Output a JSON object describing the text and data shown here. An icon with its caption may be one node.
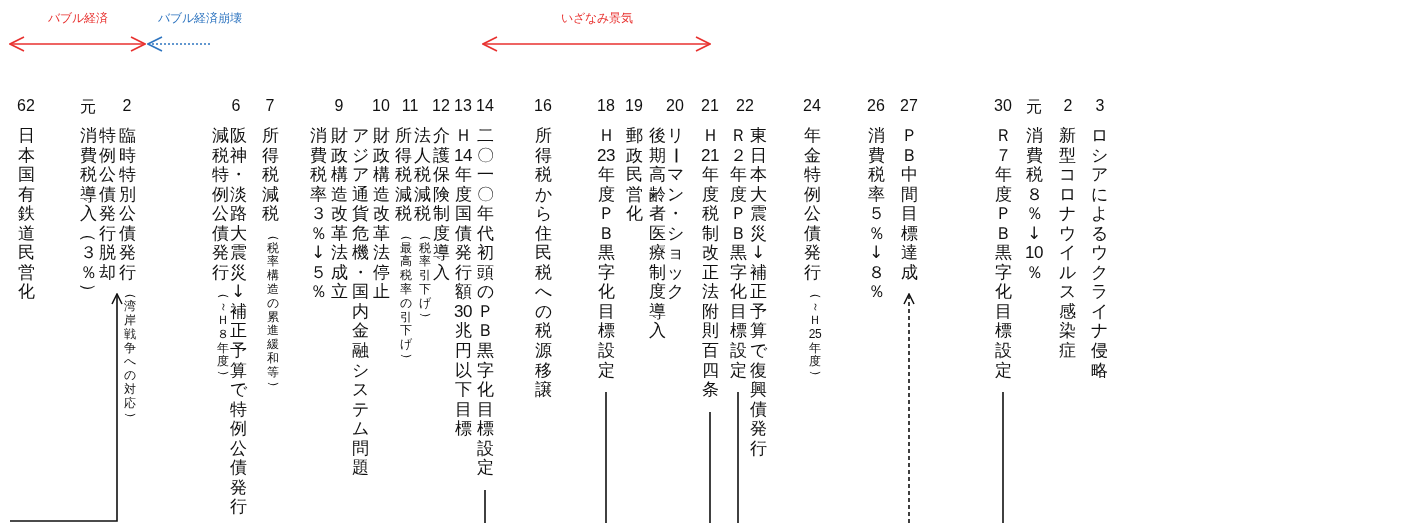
{
  "diagram": {
    "nodes": [
      {
        "text": [
          "日本国有鉄道民営化"
        ],
        "beside": [
          "62"
        ]
      },
      {
        "text": [
          "消費税導入（３％）"
        ],
        "beside": [
          "元"
        ]
      },
      {
        "text": [
          "特例公債発行脱却"
        ]
      },
      {
        "text": [
          "臨時特別公債発行",
          "（湾岸戦争への対応）"
        ],
        "beside": [
          "2"
        ]
      },
      {
        "text": [
          "減税特例公債発行",
          "（～Ｈ８年度）"
        ]
      },
      {
        "text": [
          "阪神・淡路大震災↓補正予算で特例公債発行"
        ],
        "beside": [
          "6"
        ]
      },
      {
        "text": [
          "所得税減税",
          "（税率構造の累進緩和等）"
        ],
        "beside": [
          "7"
        ]
      },
      {
        "text": [
          "消費税率３％↓５％"
        ]
      },
      {
        "text": [
          "財政構造改革法成立"
        ],
        "beside": [
          "9"
        ]
      },
      {
        "text": [
          "アジア通貨危機・国内金融システム問題"
        ]
      },
      {
        "text": [
          "財政構造改革法停止"
        ],
        "beside": [
          "10"
        ]
      },
      {
        "text": [
          "所得税減税",
          "（最高税率の引下げ）"
        ],
        "beside": [
          "11"
        ]
      },
      {
        "text": [
          "法人税減税",
          "（税率引下げ）"
        ]
      },
      {
        "text": [
          "介護保険制度導入"
        ],
        "beside": [
          "12"
        ]
      },
      {
        "text": [
          "Ｈ14年度国債発行額30兆円以下目標"
        ],
        "beside": [
          "13"
        ]
      },
      {
        "text": [
          "二〇一〇年代初頭のＰＢ黒字化目標設定"
        ],
        "beside": [
          "14"
        ]
      },
      {
        "text": [
          "所得税から住民税への税源移譲"
        ],
        "beside": [
          "16"
        ]
      },
      {
        "text": [
          "Ｈ23年度ＰＢ黒字化目標設定"
        ],
        "beside": [
          "18"
        ]
      },
      {
        "text": [
          "郵政民営化"
        ],
        "beside": [
          "19"
        ]
      },
      {
        "text": [
          "後期高齢者医療制度導入"
        ]
      },
      {
        "text": [
          "リーマン・ショック"
        ],
        "beside": [
          "20"
        ]
      },
      {
        "text": [
          "Ｈ21年度税制改正法附則百四条"
        ],
        "beside": [
          "21"
        ]
      },
      {
        "text": [
          "Ｒ２年度ＰＢ黒字化目標設定"
        ],
        "beside": [
          "22"
        ]
      },
      {
        "text": [
          "東日本大震災↓補正予算で復興債発行"
        ]
      },
      {
        "text": [
          "年金特例公債発行",
          "（～Ｈ25年度）"
        ],
        "beside": [
          "24"
        ]
      },
      {
        "text": [
          "消費税率５％↓８％"
        ],
        "beside": [
          "26"
        ]
      },
      {
        "text": [
          "ＰＢ中間目標達成"
        ],
        "beside": [
          "27"
        ]
      },
      {
        "text": [
          "Ｒ７年度ＰＢ黒字化目標設定"
        ],
        "beside": [
          "30"
        ]
      },
      {
        "text": [
          "消費税８％↓10％"
        ],
        "beside": [
          "元"
        ]
      },
      {
        "text": [
          "新型コロナウイルス感染症"
        ],
        "beside": [
          "2"
        ]
      },
      {
        "text": [
          "ロシアによるウクライナ侵略"
        ],
        "beside": [
          "3"
        ]
      }
    ],
    "edges": [
      {
        "from": null,
        "to": 2,
        "arrow": "to"
      },
      {
        "from": null,
        "to": 15,
        "arrow": "none"
      },
      {
        "from": null,
        "to": 17,
        "arrow": "none"
      },
      {
        "from": null,
        "to": 21,
        "arrow": "none"
      },
      {
        "from": null,
        "to": 22,
        "arrow": "none"
      },
      {
        "from": null,
        "to": 26,
        "arrow": "to",
        "style": "dashed"
      },
      {
        "from": null,
        "to": 27,
        "arrow": "none"
      }
    ],
    "labels": [
      "バブル経済",
      "バブル経済崩壊",
      "いざなみ景気"
    ]
  }
}
